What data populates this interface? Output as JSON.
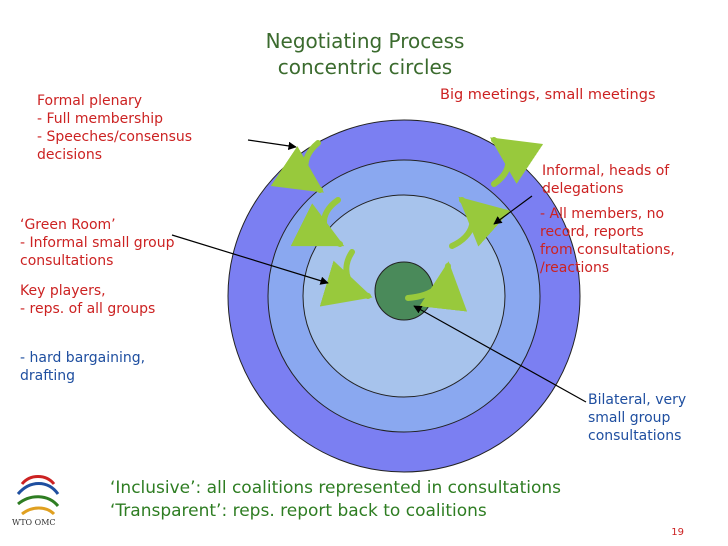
{
  "slide": {
    "title_line1": "Negotiating Process",
    "title_line2": "concentric circles",
    "page_number": "19"
  },
  "labels": {
    "formal_plenary": [
      "Formal plenary",
      "- Full membership",
      "- Speeches/consensus",
      "decisions"
    ],
    "big_small_meetings": "Big meetings, small meetings",
    "informal_heads": [
      "Informal, heads of",
      "delegations"
    ],
    "all_members": [
      "- All members, no",
      "record, reports",
      "from consultations,",
      " /reactions"
    ],
    "green_room": [
      "‘Green Room’",
      "- Informal small group",
      "consultations"
    ],
    "key_players": [
      "Key players,",
      "- reps. of all groups"
    ],
    "hard_bargaining": [
      "- hard bargaining,",
      "drafting"
    ],
    "bilateral": [
      "Bilateral, very",
      "small group",
      "consultations"
    ]
  },
  "footer": {
    "line1_lead": "‘Inclusive’:",
    "line1_rest": " all coalitions represented in consultations",
    "line2_lead": "‘Transparent’:",
    "line2_rest": " reps. report back to coalitions"
  },
  "logo": {
    "text": "WTO OMC"
  },
  "colors": {
    "outer_circle": "#7b7ff2",
    "middle_circle": "#8aa8f0",
    "inner_circle": "#a7c3ec",
    "core_circle": "#4a8a5a",
    "arrows": "#98c93c",
    "title": "#3b6b2e",
    "red_text": "#cc2222",
    "blue_text": "#1f4fa0"
  }
}
